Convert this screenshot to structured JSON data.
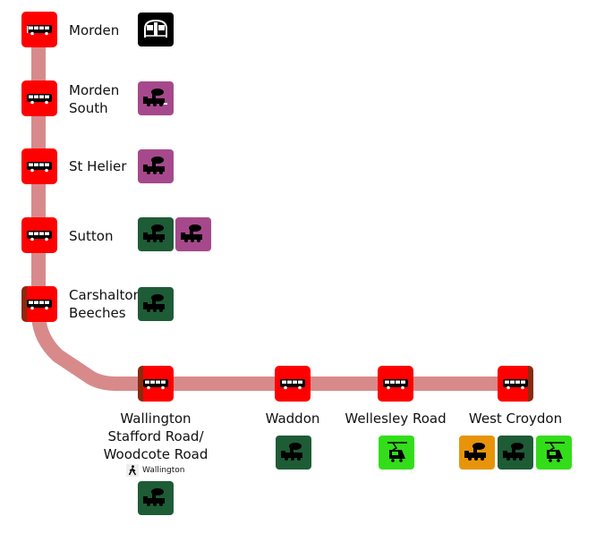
{
  "diagram": {
    "line_color": "#d88a8a",
    "stop_color": "#ff0000",
    "stops": [
      {
        "name_line1": "Morden",
        "name_line2": "",
        "connections": [
          "underground-icon"
        ]
      },
      {
        "name_line1": "Morden",
        "name_line2": "South",
        "connections": [
          "rail-icon-purple"
        ]
      },
      {
        "name_line1": "St Helier",
        "name_line2": "",
        "connections": [
          "rail-icon-purple"
        ]
      },
      {
        "name_line1": "Sutton",
        "name_line2": "",
        "connections": [
          "rail-icon-green",
          "rail-icon-purple"
        ]
      },
      {
        "name_line1": "Carshalton",
        "name_line2": "Beeches",
        "connections": [
          "rail-icon-green"
        ]
      },
      {
        "name_line1": "Wallington",
        "name_line2": "Stafford Road/",
        "name_line3": "Woodcote Road",
        "walk_label": "Wallington",
        "connections": [
          "rail-icon-green"
        ]
      },
      {
        "name_line1": "Waddon",
        "connections": [
          "rail-icon-green"
        ]
      },
      {
        "name_line1": "Wellesley Road",
        "connections": [
          "tram-icon"
        ]
      },
      {
        "name_line1": "West Croydon",
        "connections": [
          "rail-icon-orange",
          "rail-icon-green",
          "tram-icon"
        ]
      }
    ],
    "icon_colors": {
      "underground": "#000000",
      "rail_purple": "#a6498c",
      "rail_green": "#1e5c36",
      "rail_orange": "#e8940a",
      "tram": "#33dd1a"
    }
  }
}
